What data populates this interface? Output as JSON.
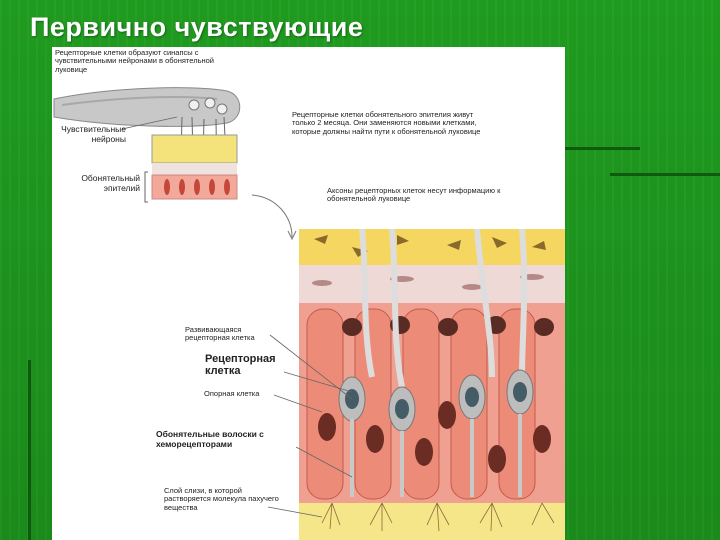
{
  "slide": {
    "title": "Первично чувствующие"
  },
  "figure": {
    "labels": {
      "synapse_note": "Рецепторные клетки образуют синапсы с чувствительными нейронами в обонятельной луковице",
      "sensory_neurons": "Чувствительные нейроны",
      "olfactory_epithelium": "Обонятельный эпителий",
      "lifespan_note": "Рецепторные клетки обонятельного эпителия живут только 2 месяца. Они заменяются новыми клетками, которые должны найти пути к обонятельной луковице",
      "axons_note": "Аксоны рецепторных клеток несут информацию к обонятельной луковице",
      "developing_cell": "Развивающаяся рецепторная клетка",
      "receptor_cell": "Рецепторная клетка",
      "support_cell": "Опорная клетка",
      "olfactory_hairs": "Обонятельные волоски с хеморецепторами",
      "mucus_layer": "Слой слизи, в которой растворяется молекула пахучего вещества"
    }
  }
}
